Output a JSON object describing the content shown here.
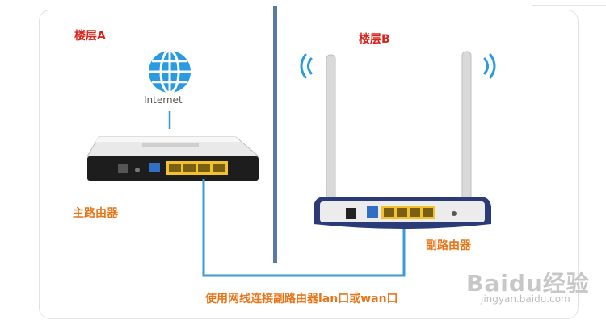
{
  "labels": {
    "floor_a": "楼层A",
    "floor_b": "楼层B",
    "internet": "Internet",
    "main_router": "主路由器",
    "secondary_router": "副路由器",
    "caption": "使用网线连接副路由器lan口或wan口"
  },
  "watermark": {
    "brand": "Baidu经验",
    "url": "jingyan.baidu.com"
  },
  "colors": {
    "floor_label": "#d9251c",
    "router_label": "#e8761a",
    "divider": "#5a79a8",
    "cable": "#3b9bd6",
    "globe": "#2a9be0",
    "lan_port": "#f2c12e",
    "wan_port": "#2f6fc4"
  },
  "icons": [
    "globe-icon",
    "wifi-signal-left-icon",
    "wifi-signal-right-icon",
    "ethernet-cable-icon"
  ]
}
